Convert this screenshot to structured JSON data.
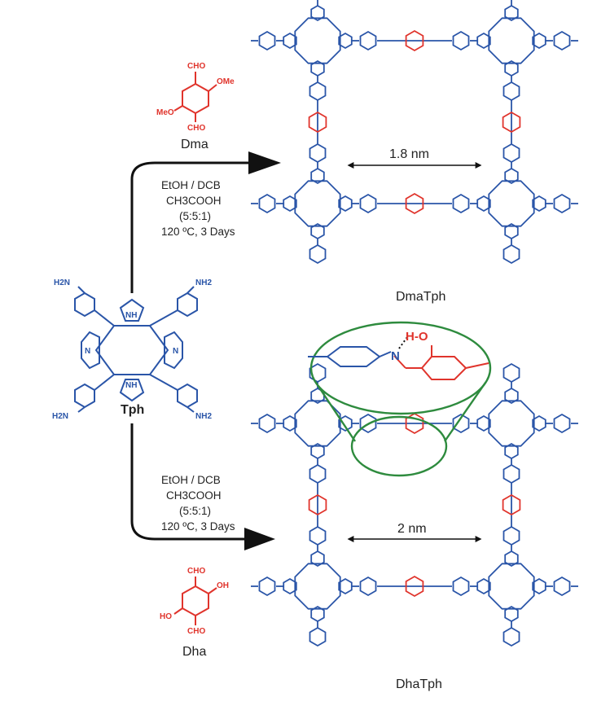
{
  "molecules": {
    "dma": {
      "name": "Dma",
      "groups": {
        "cho_top": "CHO",
        "ome_right": "OMe",
        "meo_left": "MeO",
        "cho_bottom": "CHO"
      }
    },
    "tph": {
      "name": "Tph",
      "groups": {
        "nh2": "NH2",
        "h2n": "H2N",
        "nh": "NH",
        "n": "N"
      }
    },
    "dha": {
      "name": "Dha",
      "groups": {
        "cho_top": "CHO",
        "oh_right": "OH",
        "ho_left": "HO",
        "cho_bottom": "CHO"
      }
    }
  },
  "reactions": {
    "top": {
      "solvent": "EtOH / DCB",
      "acid": "CH3COOH",
      "ratio": "(5:5:1)",
      "conditions": "120 ºC, 3 Days"
    },
    "bottom": {
      "solvent": "EtOH / DCB",
      "acid": "CH3COOH",
      "ratio": "(5:5:1)",
      "conditions": "120 ºC, 3 Days"
    }
  },
  "frameworks": {
    "dmatph": {
      "name": "DmaTph",
      "pore": "1.8 nm"
    },
    "dhatph": {
      "name": "DhaTph",
      "pore": "2 nm"
    }
  },
  "inset": {
    "h_bond": "H-O",
    "n": "N"
  },
  "colors": {
    "blue": "#2a55a8",
    "red": "#e0342c",
    "green": "#2e8b3e",
    "black": "#111111"
  }
}
